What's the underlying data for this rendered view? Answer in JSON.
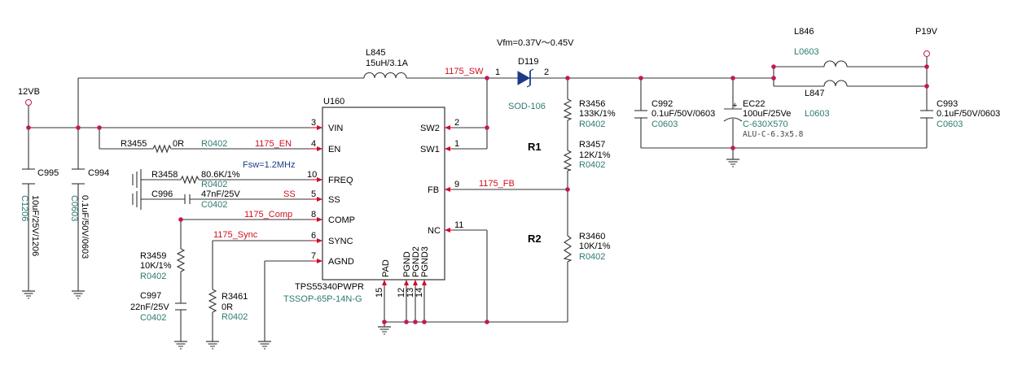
{
  "ic": {
    "ref": "U160",
    "part": "TPS55340PWPR",
    "package": "TSSOP-65P-14N-G",
    "pins": {
      "vin": {
        "num": "3",
        "name": "VIN"
      },
      "en": {
        "num": "4",
        "name": "EN"
      },
      "freq": {
        "num": "10",
        "name": "FREQ"
      },
      "ss": {
        "num": "5",
        "name": "SS"
      },
      "comp": {
        "num": "8",
        "name": "COMP"
      },
      "sync": {
        "num": "6",
        "name": "SYNC"
      },
      "agnd": {
        "num": "7",
        "name": "AGND"
      },
      "sw2": {
        "num": "2",
        "name": "SW2"
      },
      "sw1": {
        "num": "1",
        "name": "SW1"
      },
      "fb": {
        "num": "9",
        "name": "FB"
      },
      "nc": {
        "num": "11",
        "name": "NC"
      },
      "pad": {
        "num": "15",
        "name": "PAD"
      },
      "pgnd": {
        "num": "12",
        "name": "PGND"
      },
      "pgnd2": {
        "num": "13",
        "name": "PGND2"
      },
      "pgnd3": {
        "num": "14",
        "name": "PGND3"
      }
    }
  },
  "nets": {
    "in_rail": "12VB",
    "out_rail": "P19V",
    "sw": "1175_SW",
    "en": "1175_EN",
    "ss": "SS",
    "comp": "1175_Comp",
    "sync": "1175_Sync",
    "fb": "1175_FB"
  },
  "notes": {
    "vfm": "Vfm=0.37V～0.45V",
    "fsw": "Fsw=1.2MHz",
    "r1": "R1",
    "r2": "R2"
  },
  "parts": {
    "l845": {
      "ref": "L845",
      "value": "15uH/3.1A"
    },
    "d119": {
      "ref": "D119",
      "pin1": "1",
      "pin2": "2",
      "pkg": "SOD-106"
    },
    "l846": {
      "ref": "L846",
      "pkg": "L0603"
    },
    "l847": {
      "ref": "L847",
      "pkg": "L0603"
    },
    "c995": {
      "ref": "C995",
      "value": "10uF/25V/1206",
      "pkg": "C1206"
    },
    "c994": {
      "ref": "C994",
      "value": "0.1uF/50V/0603",
      "pkg": "C0603"
    },
    "r3455": {
      "ref": "R3455",
      "value": "0R",
      "pkg": "R0402"
    },
    "r3458": {
      "ref": "R3458",
      "value": "80.6K/1%",
      "pkg": "R0402"
    },
    "c996": {
      "ref": "C996",
      "value": "47nF/25V",
      "pkg": "C0402"
    },
    "r3459": {
      "ref": "R3459",
      "value": "10K/1%",
      "pkg": "R0402"
    },
    "c997": {
      "ref": "C997",
      "value": "22nF/25V",
      "pkg": "C0402"
    },
    "r3461": {
      "ref": "R3461",
      "value": "0R",
      "pkg": "R0402"
    },
    "r3456": {
      "ref": "R3456",
      "value": "133K/1%",
      "pkg": "R0402"
    },
    "r3457": {
      "ref": "R3457",
      "value": "12K/1%",
      "pkg": "R0402"
    },
    "r3460": {
      "ref": "R3460",
      "value": "10K/1%",
      "pkg": "R0402"
    },
    "c992": {
      "ref": "C992",
      "value": "0.1uF/50V/0603",
      "pkg": "C0603"
    },
    "ec22": {
      "ref": "EC22",
      "value": "100uF/25Ve",
      "pkg": "C-630X570",
      "footprint": "ALU-C-6.3x5.8",
      "polarity": "+"
    },
    "c993": {
      "ref": "C993",
      "value": "0.1uF/50V/0603",
      "pkg": "C0603"
    }
  }
}
